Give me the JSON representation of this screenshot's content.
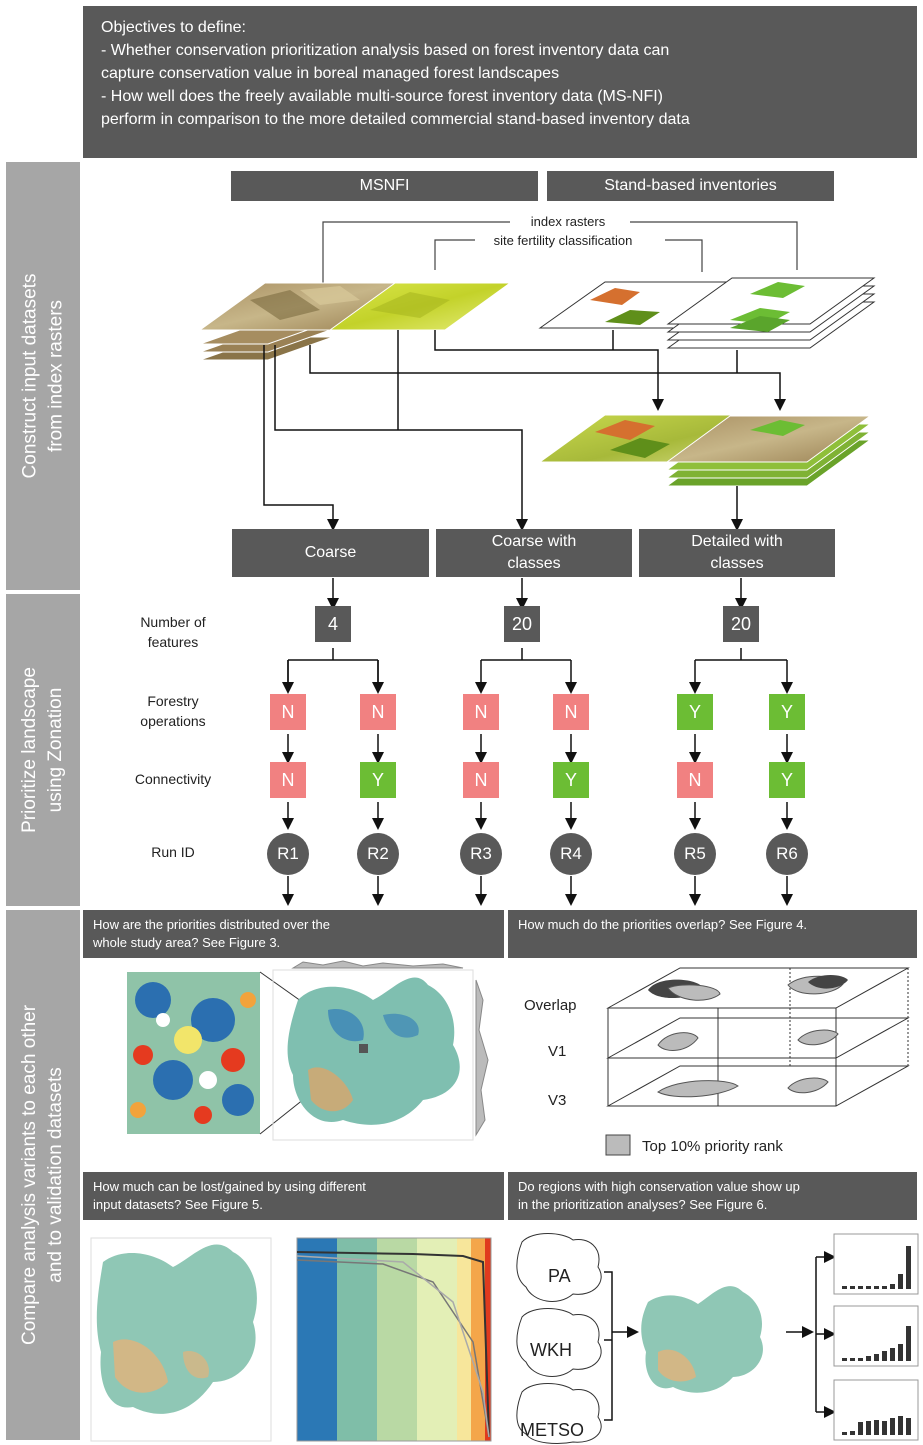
{
  "objectives": {
    "heading": "Objectives to define:",
    "line1": "- Whether conservation prioritization analysis based on forest inventory data can",
    "line2": "capture conservation value in boreal managed forest landscapes",
    "line3": "- How well does the freely available multi-source forest inventory data (MS-NFI)",
    "line4": "perform in comparison to the more detailed commercial stand-based inventory data"
  },
  "sidebars": {
    "s1_line1": "Construct input datasets",
    "s1_line2": "from index rasters",
    "s2_line1": "Prioritize landscape",
    "s2_line2": "using Zonation",
    "s3_line1": "Compare analysis variants to each other",
    "s3_line2": "and to validation datasets"
  },
  "inputs": {
    "msnfi": "MSNFI",
    "stand": "Stand-based inventories",
    "index_rasters": "index rasters",
    "site_fertility": "site fertility classification"
  },
  "datasets": {
    "coarse": "Coarse",
    "coarse_classes_l1": "Coarse with",
    "coarse_classes_l2": "classes",
    "detailed_l1": "Detailed with",
    "detailed_l2": "classes"
  },
  "rows": {
    "features_l1": "Number of",
    "features_l2": "features",
    "forestry_l1": "Forestry",
    "forestry_l2": "operations",
    "connectivity": "Connectivity",
    "run_id": "Run ID"
  },
  "features": [
    "4",
    "20",
    "20"
  ],
  "forestry": [
    "N",
    "N",
    "N",
    "N",
    "Y",
    "Y"
  ],
  "connectivity": [
    "N",
    "Y",
    "N",
    "Y",
    "N",
    "Y"
  ],
  "runs": [
    "R1",
    "R2",
    "R3",
    "R4",
    "R5",
    "R6"
  ],
  "questions": {
    "q1_l1": "How are the priorities distributed over the",
    "q1_l2": "whole study area? See Figure 3.",
    "q2": "How much do the priorities overlap? See Figure 4.",
    "q3_l1": "How much can be lost/gained by using different",
    "q3_l2": "input datasets? See Figure 5.",
    "q4_l1": "Do regions with high conservation value show up",
    "q4_l2": "in the prioritization analyses? See Figure 6."
  },
  "overlap": {
    "overlap": "Overlap",
    "v1": "V1",
    "v3": "V3",
    "legend": "Top 10% priority rank"
  },
  "validation": {
    "pa": "PA",
    "wkh": "WKH",
    "metso": "METSO"
  },
  "colors": {
    "dark_box": "#595959",
    "sidebar": "#a6a6a6",
    "no": "#f18181",
    "yes": "#6cbd34"
  }
}
